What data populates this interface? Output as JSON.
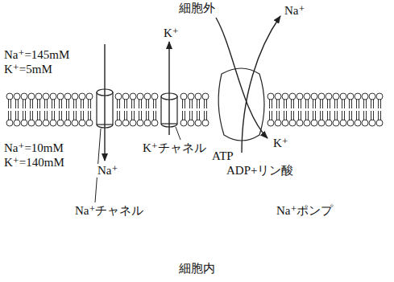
{
  "diagram": {
    "labels": [
      "細胞外",
      "Na⁺=145mM",
      "K⁺=5mM",
      "K⁺",
      "Na⁺",
      "Na⁺=10mM",
      "K⁺=140mM",
      "K⁺チャネル",
      "ATP",
      "ADP+リン酸",
      "K⁺",
      "Na⁺",
      "Na⁺チャネル",
      "Na⁺ポンプ",
      "細胞内"
    ]
  }
}
